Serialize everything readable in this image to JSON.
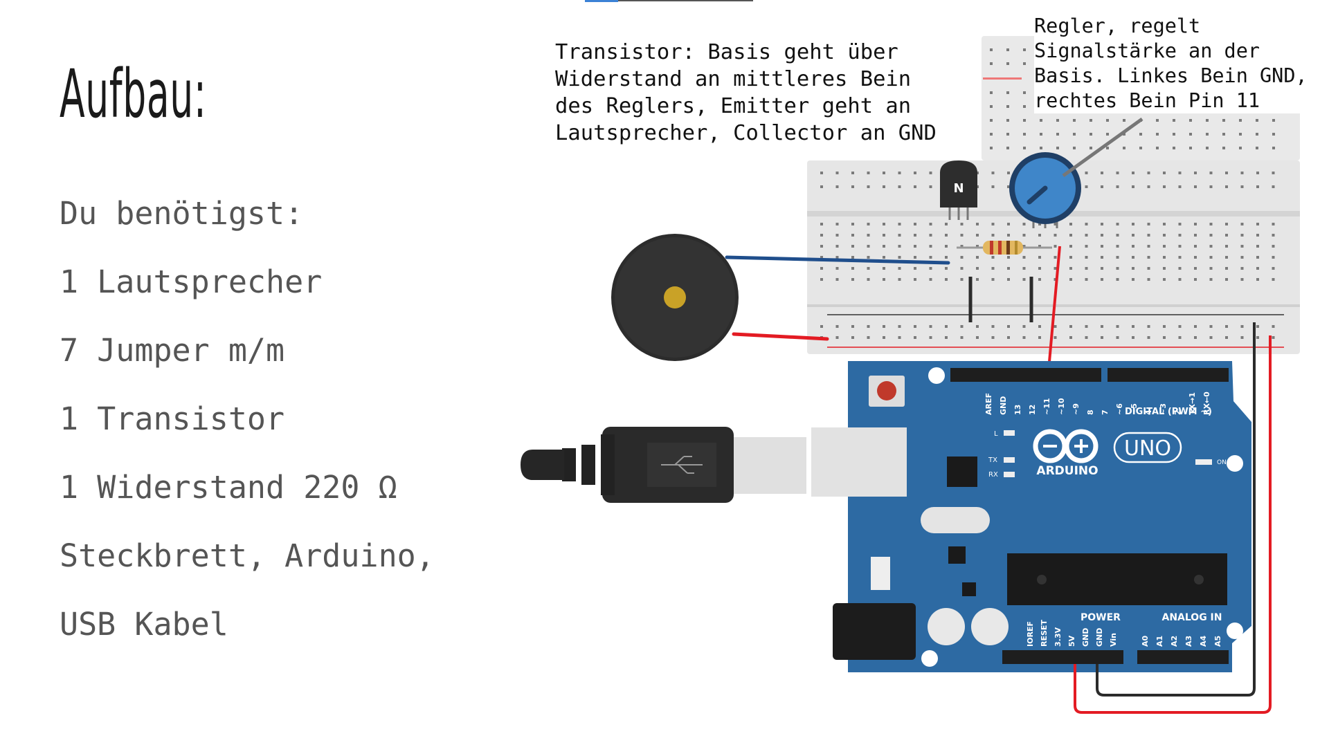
{
  "slide": {
    "title": "Aufbau:",
    "materials": [
      "Du benötigst:",
      "1 Lautsprecher",
      "7 Jumper m/m",
      "1 Transistor",
      "1 Widerstand 220 Ω",
      "Steckbrett, Arduino,",
      "USB Kabel"
    ],
    "notes": {
      "transistor": "Transistor: Basis geht über\nWiderstand an mittleres Bein\ndes Reglers, Emitter geht an\nLautsprecher, Collector an GND",
      "regler": "Regler, regelt\nSignalstärke an der\nBasis. Linkes Bein GND,\nrechtes Bein Pin 11"
    }
  },
  "diagram": {
    "transistor_label": "N",
    "arduino": {
      "brand": "ARDUINO",
      "model": "UNO",
      "digital_header": "DIGITAL (PWM ~)",
      "digital_pins": [
        "AREF",
        "GND",
        "13",
        "12",
        "~11",
        "~10",
        "~9",
        "8",
        "7",
        "~6",
        "~5",
        "4",
        "~3",
        "2",
        "TX→1",
        "RX←0"
      ],
      "power_header": "POWER",
      "power_pins": [
        "IOREF",
        "RESET",
        "3.3V",
        "5V",
        "GND",
        "GND",
        "Vin"
      ],
      "analog_header": "ANALOG IN",
      "analog_pins": [
        "A0",
        "A1",
        "A2",
        "A3",
        "A4",
        "A5"
      ],
      "led_labels": [
        "L",
        "TX",
        "RX"
      ],
      "on_label": "ON"
    },
    "colors": {
      "board": "#2d6aa3",
      "wire_red": "#e31b23",
      "wire_black": "#2b2b2b",
      "wire_blue": "#1f4e8c",
      "pot": "#3f86c9",
      "speaker": "#2c2c2c",
      "breadboard": "#e6e6e6"
    }
  }
}
